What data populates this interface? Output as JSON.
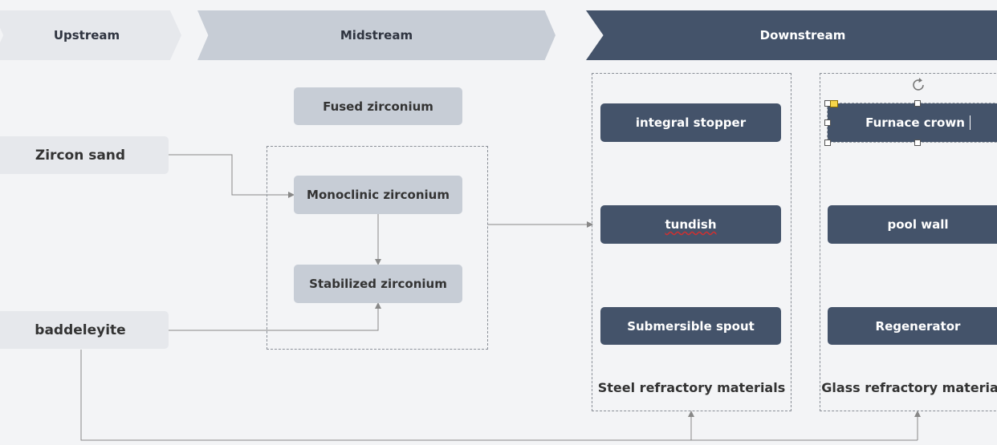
{
  "stages": {
    "upstream": "Upstream",
    "midstream": "Midstream",
    "downstream": "Downstream"
  },
  "upstream": {
    "zircon_sand": "Zircon sand",
    "baddeleyite": "baddeleyite"
  },
  "midstream": {
    "fused": "Fused zirconium",
    "monoclinic": "Monoclinic zirconium",
    "stabilized": "Stabilized zirconium"
  },
  "downstream": {
    "steel": {
      "items": [
        "integral stopper",
        "tundish",
        "Submersible spout"
      ],
      "label": "Steel refractory materials"
    },
    "glass": {
      "items": [
        "Furnace crown",
        "pool wall",
        "Regenerator"
      ],
      "label": "Glass refractory materials"
    }
  },
  "colors": {
    "dark": "#44536a",
    "mid": "#c7cdd6",
    "light": "#e6e8ec",
    "background": "#f3f4f6"
  }
}
